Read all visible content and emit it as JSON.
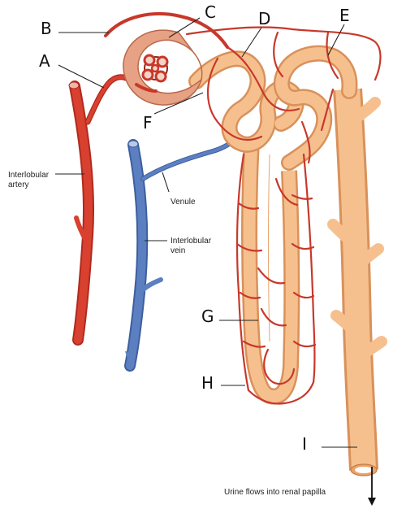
{
  "labels": {
    "a": "A",
    "b": "B",
    "c": "C",
    "d": "D",
    "e": "E",
    "f": "F",
    "g": "G",
    "h": "H",
    "i": "I"
  },
  "captions": {
    "artery_line1": "Interlobular",
    "artery_line2": "artery",
    "venule": "Venule",
    "vein_line1": "Interlobular",
    "vein_line2": "vein",
    "urine_flow": "Urine flows into renal papilla"
  },
  "colors": {
    "artery": "#d8412f",
    "artery_dark": "#b02a1e",
    "vein": "#5c7fc1",
    "vein_dark": "#3d5f9e",
    "tubule": "#f6c08e",
    "tubule_outline": "#d9915a",
    "capsule": "#e7a184",
    "glomerulus": "#c8382a"
  }
}
